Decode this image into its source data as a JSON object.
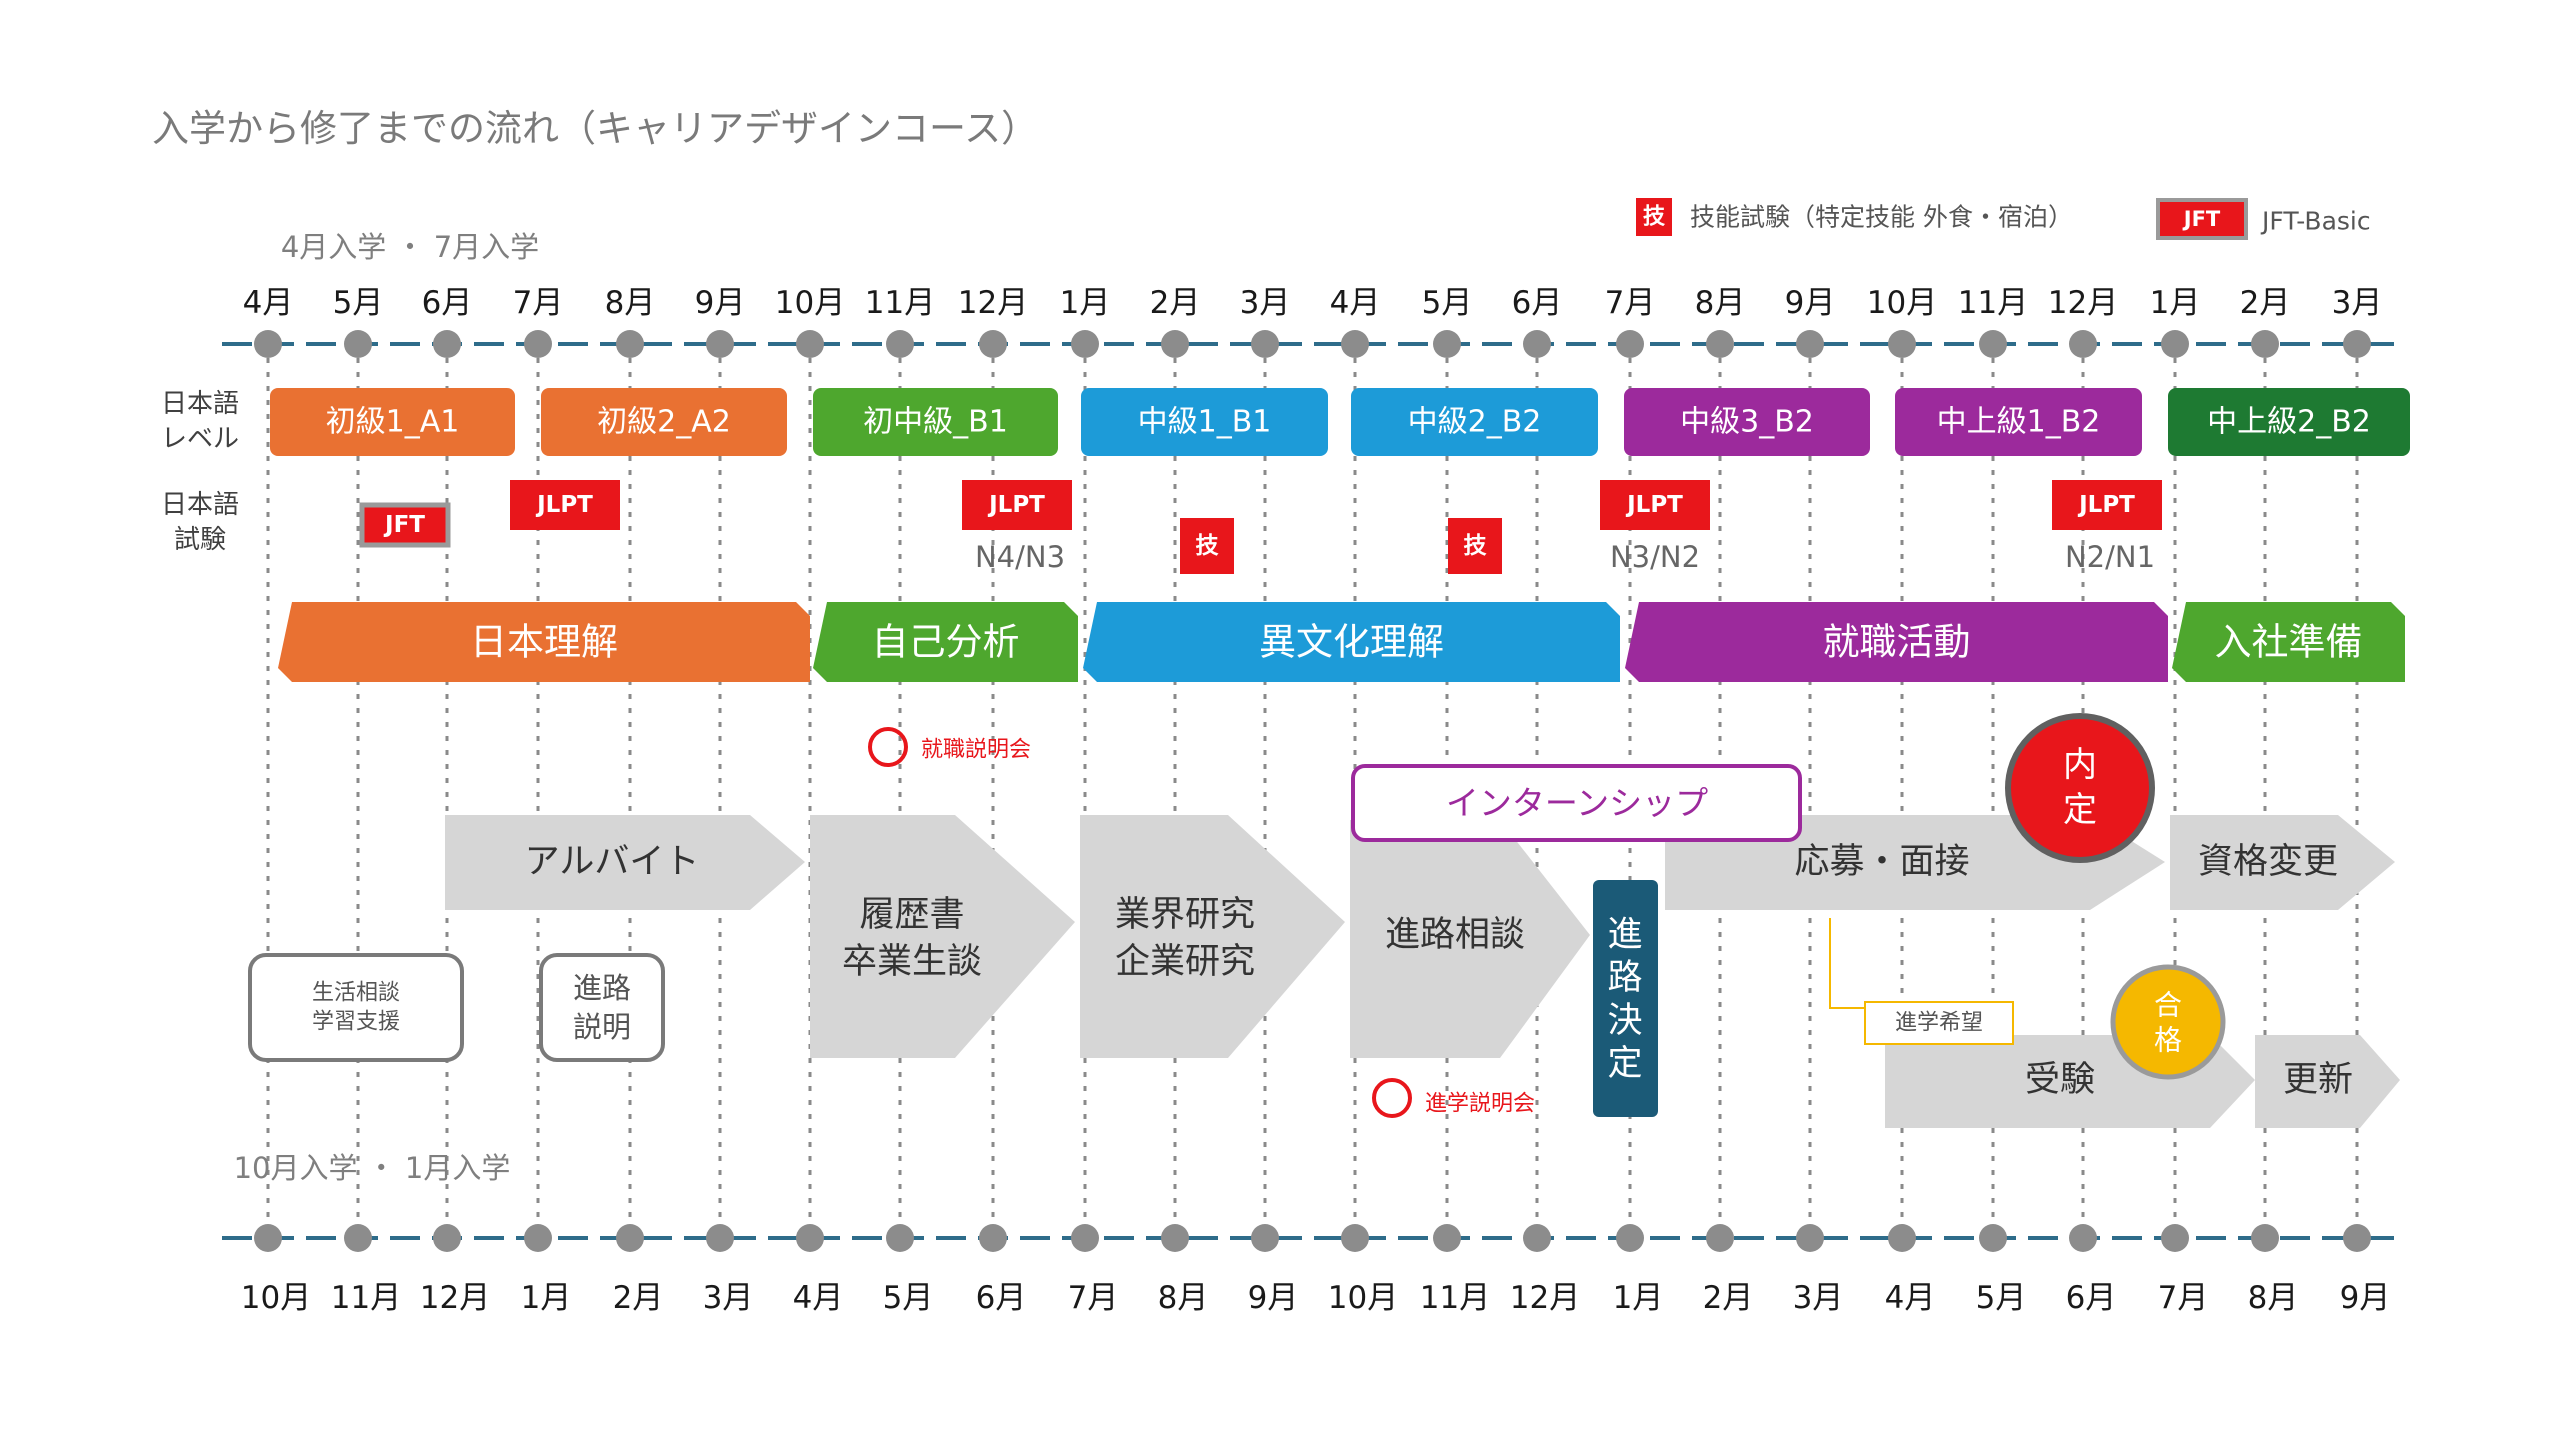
{
  "title": "入学から修了までの流れ（キャリアデザインコース）",
  "intake_top": "4月入学 ・ 7月入学",
  "intake_bottom": "10月入学 ・ 1月入学",
  "legend": {
    "skill_badge": "技",
    "skill_text": "技能試験（特定技能 外食・宿泊）",
    "jft_badge": "JFT",
    "jft_text": "JFT-Basic"
  },
  "months_top": [
    "4月",
    "5月",
    "6月",
    "7月",
    "8月",
    "9月",
    "10月",
    "11月",
    "12月",
    "1月",
    "2月",
    "3月",
    "4月",
    "5月",
    "6月",
    "7月",
    "8月",
    "9月",
    "10月",
    "11月",
    "12月",
    "1月",
    "2月",
    "3月"
  ],
  "months_bottom": [
    "10月",
    "11月",
    "12月",
    "1月",
    "2月",
    "3月",
    "4月",
    "5月",
    "6月",
    "7月",
    "8月",
    "9月",
    "10月",
    "11月",
    "12月",
    "1月",
    "2月",
    "3月",
    "4月",
    "5月",
    "6月",
    "7月",
    "8月",
    "9月"
  ],
  "row_labels": {
    "level": [
      "日本語",
      "レベル"
    ],
    "exam": [
      "日本語",
      "試験"
    ]
  },
  "levels": [
    {
      "label": "初級1_A1",
      "color": "#E97132"
    },
    {
      "label": "初級2_A2",
      "color": "#E97132"
    },
    {
      "label": "初中級_B1",
      "color": "#4EA72E"
    },
    {
      "label": "中級1_B1",
      "color": "#1D9BD8"
    },
    {
      "label": "中級2_B2",
      "color": "#1D9BD8"
    },
    {
      "label": "中級3_B2",
      "color": "#9C2A9C"
    },
    {
      "label": "中上級1_B2",
      "color": "#9C2A9C"
    },
    {
      "label": "中上級2_B2",
      "color": "#1E7A32"
    }
  ],
  "exams": {
    "jft": "JFT",
    "jlpt": "JLPT",
    "skill": "技",
    "n4n3": "N4/N3",
    "n3n2": "N3/N2",
    "n2n1": "N2/N1"
  },
  "phases": [
    {
      "label": "日本理解",
      "color": "#E97132"
    },
    {
      "label": "自己分析",
      "color": "#4EA72E"
    },
    {
      "label": "異文化理解",
      "color": "#1D9BD8"
    },
    {
      "label": "就職活動",
      "color": "#9C2A9C"
    },
    {
      "label": "入社準備",
      "color": "#4EA72E"
    }
  ],
  "events": {
    "job_briefing": "就職説明会",
    "school_briefing": "進学説明会",
    "internship": "インターンシップ",
    "naitei": "内定",
    "gokaku": "合格",
    "shingaku_kibo": "進学希望"
  },
  "activities": {
    "arbeit": "アルバイト",
    "rirekisho_1": "履歴書",
    "rirekisho_2": "卒業生談",
    "gyokai_1": "業界研究",
    "gyokai_2": "企業研究",
    "shinro_soudan": "進路相談",
    "shinro_kettei": "進路決定",
    "oubo": "応募・面接",
    "shikaku": "資格変更",
    "juken": "受験",
    "koshin": "更新",
    "seikatsu_1": "生活相談",
    "seikatsu_2": "学習支援",
    "shinro_setsumei_1": "進路",
    "shinro_setsumei_2": "説明"
  },
  "colors": {
    "timeline": "#2E6C8A",
    "dot": "#8C8C8C",
    "arrow": "#D6D6D6",
    "red": "#E8161B",
    "text": "#404040",
    "muted": "#7F7F7F",
    "decision": "#1B5A77",
    "internship": "#9C2A9C",
    "gold": "#F5B800"
  }
}
